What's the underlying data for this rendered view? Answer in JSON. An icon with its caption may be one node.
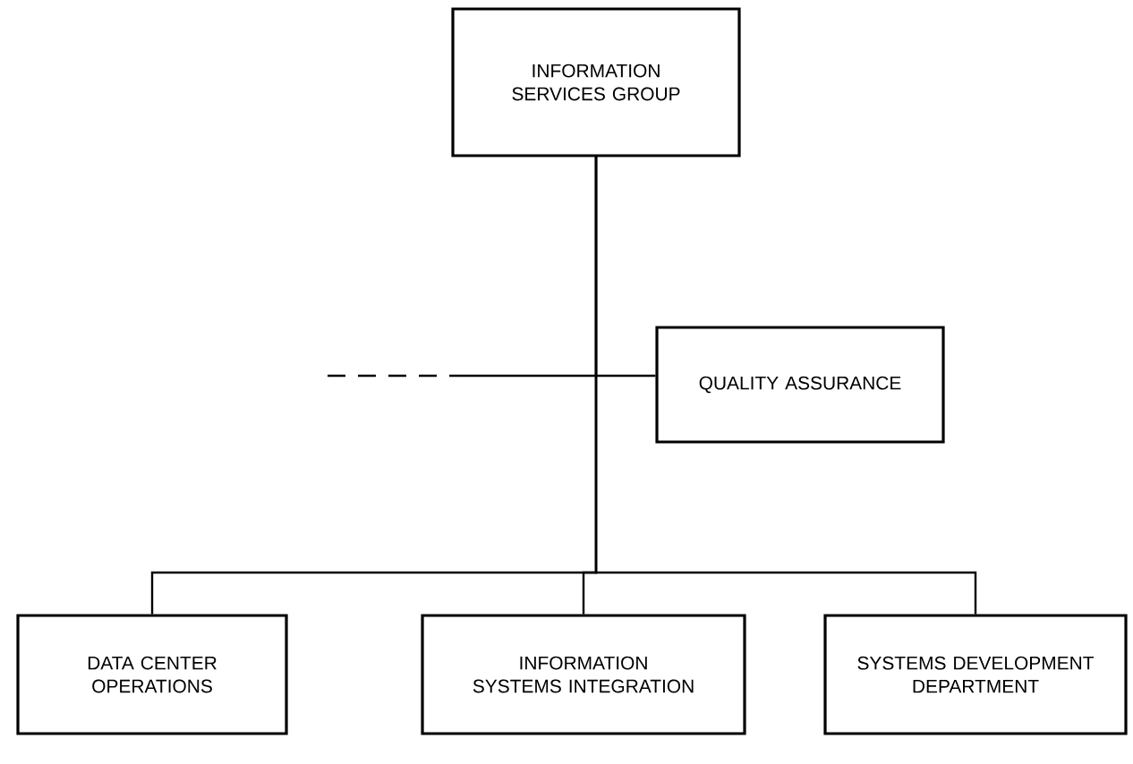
{
  "diagram": {
    "nodes": [
      {
        "text": [
          "INFORMATION SERVICES GROUP"
        ]
      },
      {
        "text": [
          "QUALITY ASSURANCE"
        ]
      },
      {
        "text": [
          "DATA CENTER OPERATIONS"
        ]
      },
      {
        "text": [
          "INFORMATION SYSTEMS INTEGRATION"
        ]
      },
      {
        "text": [
          "SYSTEMS DEVELOPMENT DEPARTMENT"
        ]
      }
    ],
    "edges": [
      {
        "from": 0,
        "to": 1,
        "arrow": "none"
      },
      {
        "from": 0,
        "to": 2,
        "arrow": "none"
      },
      {
        "from": 0,
        "to": 3,
        "arrow": "none"
      },
      {
        "from": 0,
        "to": 4,
        "arrow": "none"
      }
    ]
  }
}
